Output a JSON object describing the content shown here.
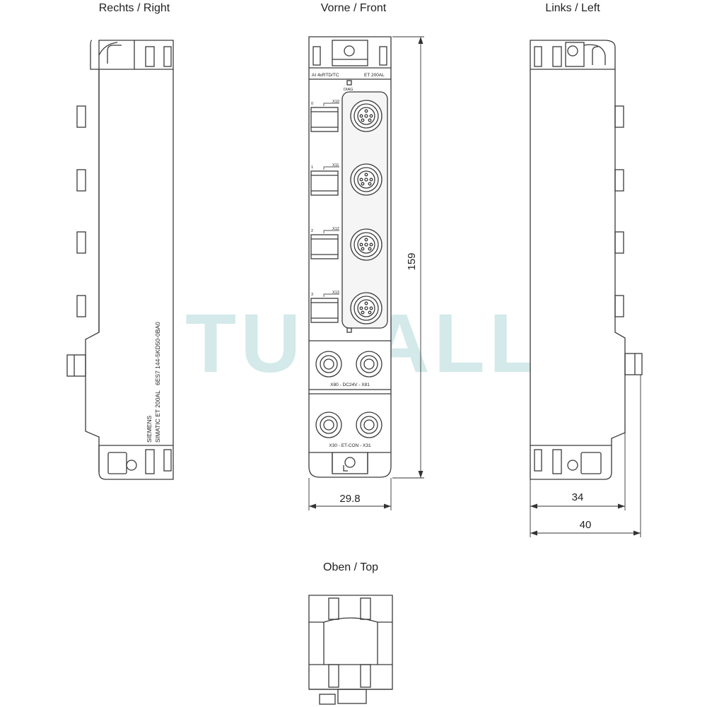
{
  "views": {
    "right": "Rechts / Right",
    "front": "Vorne / Front",
    "left": "Links / Left",
    "top": "Oben / Top"
  },
  "dimensions": {
    "height": "159",
    "front_width": "29.8",
    "depth": "34",
    "depth_total": "40"
  },
  "front_labels": {
    "module_type": "AI 4xRTD/TC",
    "family": "ET 200AL",
    "diag": "DIAG",
    "channels": [
      {
        "num": "0",
        "port": "X10"
      },
      {
        "num": "1",
        "port": "X11"
      },
      {
        "num": "2",
        "port": "X12"
      },
      {
        "num": "3",
        "port": "X13"
      }
    ],
    "power_ports": "X80 - DC24V - X81",
    "bus_ports": "X30 - ET-CON - X31"
  },
  "side_labels": {
    "brand": "SIEMENS",
    "product": "SIMATIC ET 200AL",
    "order_number": "6ES7 144-5KD50-0BA0"
  },
  "watermark": "TURALL"
}
